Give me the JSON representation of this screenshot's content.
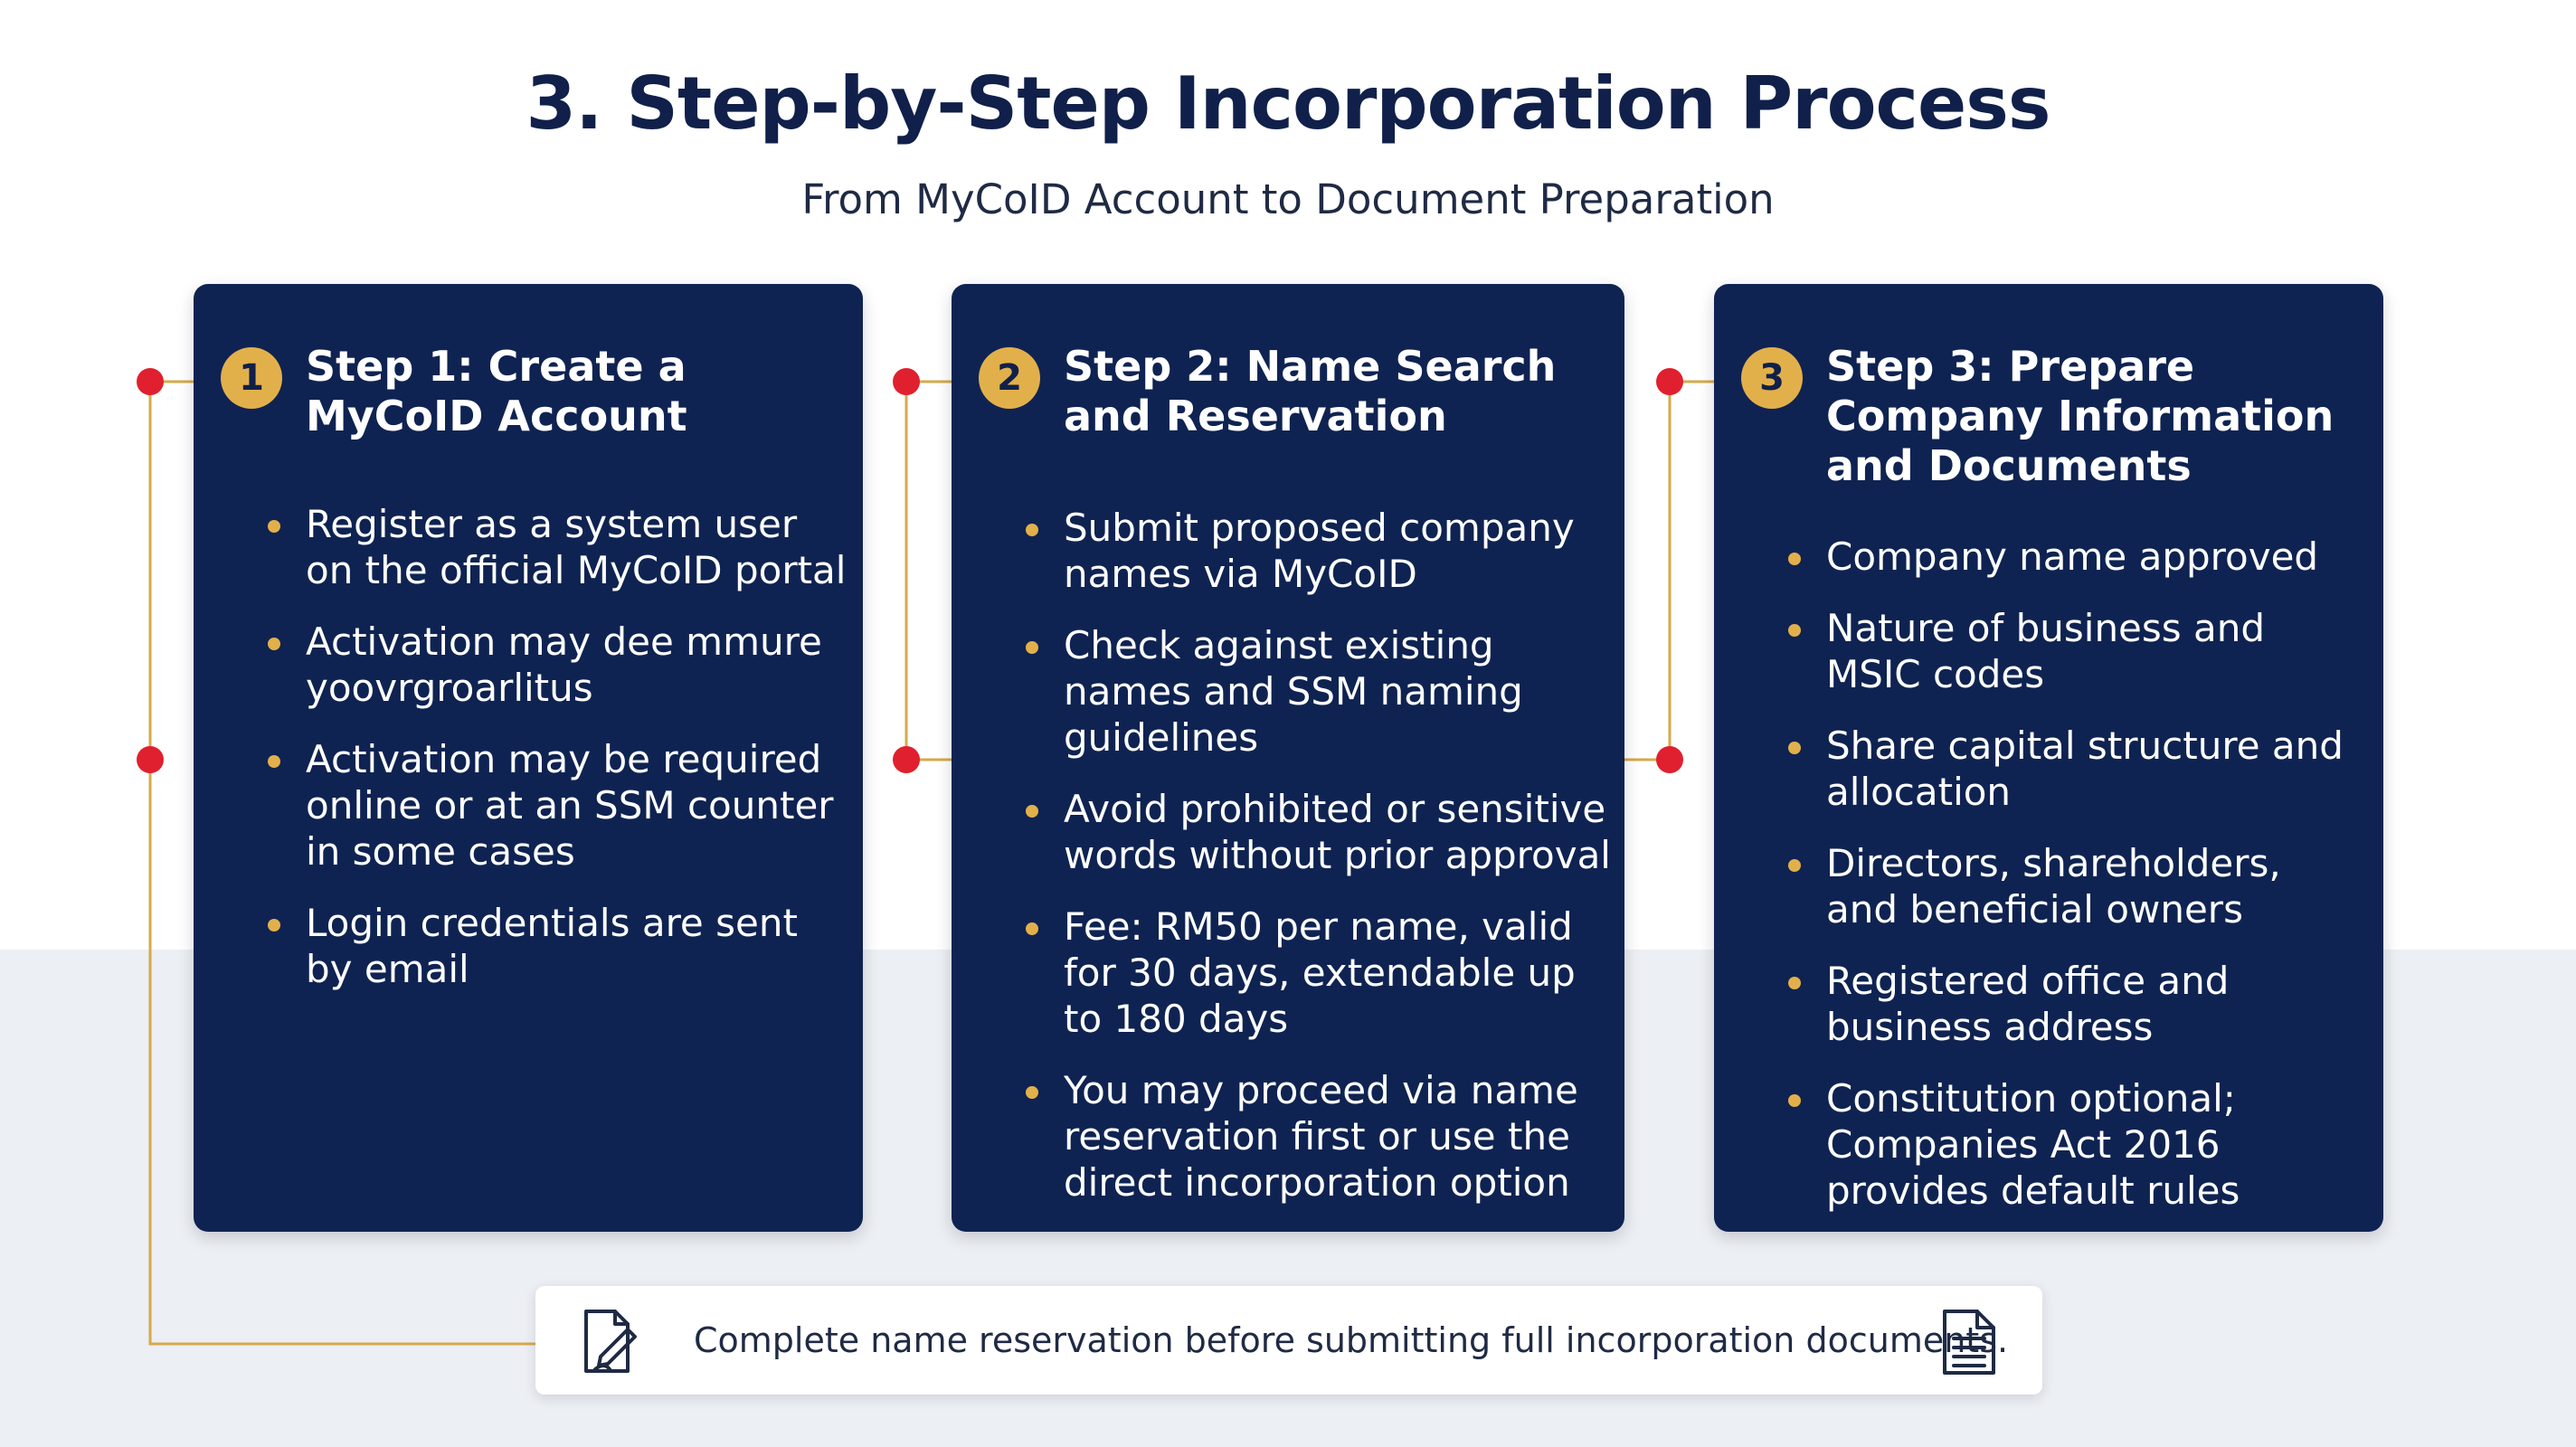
{
  "header": {
    "title": "3. Step-by-Step Incorporation Process",
    "subtitle": "From MyCoID Account to Document Preparation"
  },
  "colors": {
    "card_bg": "#0f2352",
    "accent_gold": "#e2b04b",
    "connector_dot": "#e0202e",
    "title_text": "#10204a"
  },
  "steps": [
    {
      "number": "1",
      "title": "Step 1: Create a MyCoID Account",
      "bullets": [
        "Register as a system user on the official MyCoID portal",
        "Activation may dee mmure yoovrgroarlitus",
        "Activation may be required online or at an SSM counter in some cases",
        "Login credentials are sent by email"
      ]
    },
    {
      "number": "2",
      "title": "Step 2: Name Search and Reservation",
      "bullets": [
        "Submit proposed company names via MyCoID",
        "Check against existing names and SSM naming guidelines",
        "Avoid prohibited or sensitive words without prior approval",
        "Fee: RM50 per name, valid for 30 days, extendable up to 180 days",
        "You may proceed via name reservation first or use the direct incorporation option"
      ]
    },
    {
      "number": "3",
      "title": "Step 3: Prepare Company Information and Documents",
      "bullets": [
        "Company name approved",
        "Nature of business and MSIC codes",
        "Share capital structure and allocation",
        "Directors, shareholders, and beneficial owners",
        "Registered office and business address",
        "Constitution optional; Companies Act 2016 provides default rules"
      ]
    }
  ],
  "note": {
    "text": "Complete name reservation before submitting full incorporation documents.",
    "left_icon": "document-edit-icon",
    "right_icon": "document-icon"
  }
}
